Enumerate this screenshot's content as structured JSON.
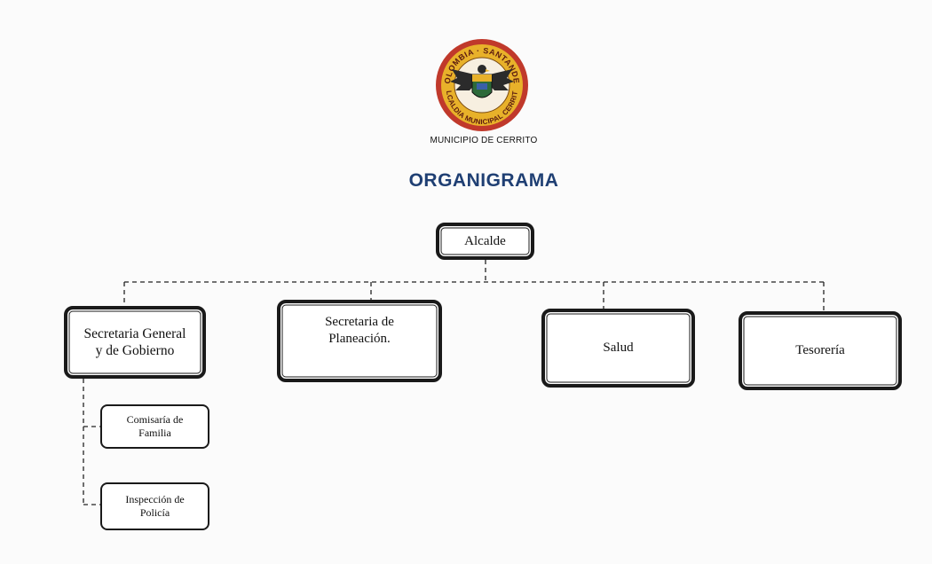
{
  "header": {
    "logo_text_top": "COLOMBIA · SANTANDER",
    "logo_text_bottom": "ALCALDIA MUNICIPAL CERRITO",
    "municipio": "MUNICIPIO DE CERRITO",
    "title": "ORGANIGRAMA"
  },
  "org": {
    "alcalde": "Alcalde",
    "secretaria_general": {
      "line1": "Secretaria General",
      "line2": "y de  Gobierno"
    },
    "secretaria_planeacion": {
      "line1": "Secretaria  de",
      "line2": "Planeación."
    },
    "salud": "Salud",
    "tesoreria": "Tesorería",
    "comisaria": {
      "line1": "Comisaría de",
      "line2": "Familia"
    },
    "inspeccion": {
      "line1": "Inspección de",
      "line2": "Policía"
    }
  },
  "colors": {
    "title": "#1f3f73",
    "seal_outer": "#c0392b",
    "seal_ring": "#e8b12a",
    "box_border": "#1a1a1a"
  }
}
